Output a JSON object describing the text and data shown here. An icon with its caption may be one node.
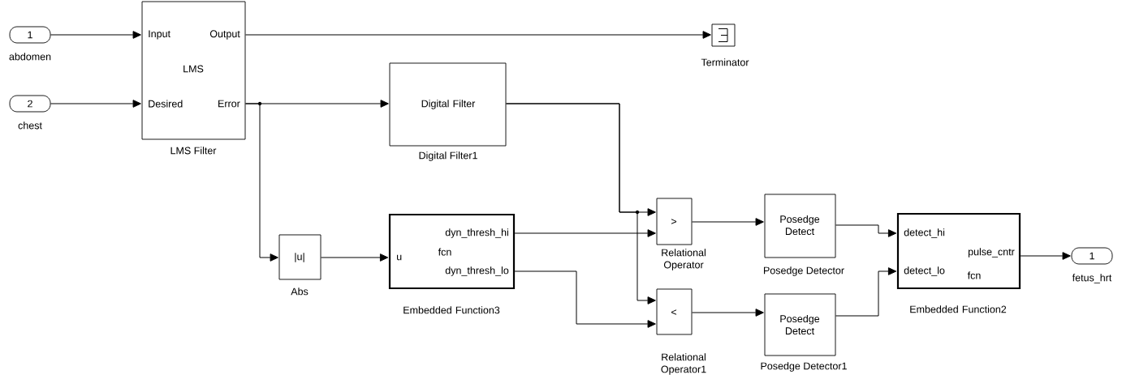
{
  "diagram": {
    "nodes": [
      {
        "text": [
          "1"
        ],
        "beside": [
          "abdomen"
        ]
      },
      {
        "text": [
          "2"
        ],
        "beside": [
          "chest"
        ]
      },
      {
        "text": [
          "Input",
          "Output",
          "LMS",
          "Desired",
          "Error"
        ],
        "beside": [
          "LMS Filter"
        ]
      },
      {
        "text": [],
        "shape": "box",
        "beside": [
          "Terminator"
        ]
      },
      {
        "text": [
          "Digital Filter"
        ],
        "beside": [
          "Digital Filter1"
        ]
      },
      {
        "text": [
          "|u|"
        ],
        "beside": [
          "Abs"
        ]
      },
      {
        "text": [
          "u",
          "dyn_thresh_hi",
          "dyn_thresh_lo",
          "fcn"
        ],
        "beside": [
          "Embedded Function3"
        ]
      },
      {
        "text": [
          ">"
        ],
        "beside": [
          "Relational Operator"
        ]
      },
      {
        "text": [
          "<"
        ],
        "beside": [
          "Relational Operator1"
        ]
      },
      {
        "text": [
          "Posedge Detect"
        ],
        "beside": [
          "Posedge Detector"
        ]
      },
      {
        "text": [
          "Posedge Detect"
        ],
        "beside": [
          "Posedge Detector1"
        ]
      },
      {
        "text": [
          "detect_hi",
          "detect_lo",
          "pulse_cntr",
          "fcn"
        ],
        "beside": [
          "Embedded Function2"
        ]
      },
      {
        "text": [
          "1"
        ],
        "beside": [
          "fetus_hrt"
        ]
      }
    ],
    "edges": [
      {
        "from": 0,
        "to": 2,
        "arrow": "to"
      },
      {
        "from": 1,
        "to": 2,
        "arrow": "to"
      },
      {
        "from": 2,
        "to": 3,
        "arrow": "to"
      },
      {
        "from": 2,
        "to": 4,
        "arrow": "to"
      },
      {
        "from": 2,
        "to": 5,
        "arrow": "to"
      },
      {
        "from": 5,
        "to": 6,
        "arrow": "to"
      },
      {
        "from": 4,
        "to": 7,
        "arrow": "to"
      },
      {
        "from": 4,
        "to": 8,
        "arrow": "to"
      },
      {
        "from": 6,
        "to": 7,
        "arrow": "to"
      },
      {
        "from": 6,
        "to": 8,
        "arrow": "to"
      },
      {
        "from": 7,
        "to": 9,
        "arrow": "to"
      },
      {
        "from": 8,
        "to": 10,
        "arrow": "to"
      },
      {
        "from": 9,
        "to": 11,
        "arrow": "to"
      },
      {
        "from": 10,
        "to": 11,
        "arrow": "to"
      },
      {
        "from": 11,
        "to": 12,
        "arrow": "to"
      }
    ]
  }
}
